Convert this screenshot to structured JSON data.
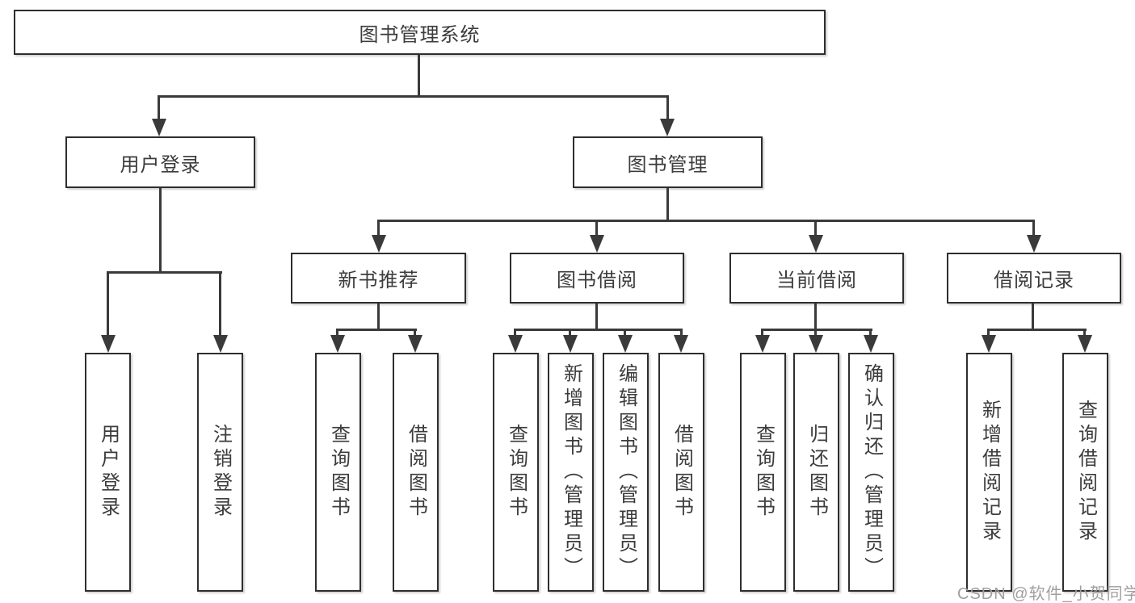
{
  "tree": {
    "label": "图书管理系统",
    "children": [
      {
        "label": "用户登录",
        "children": [
          {
            "label": "用户登录"
          },
          {
            "label": "注销登录"
          }
        ]
      },
      {
        "label": "图书管理",
        "children": [
          {
            "label": "新书推荐",
            "children": [
              {
                "label": "查询图书"
              },
              {
                "label": "借阅图书"
              }
            ]
          },
          {
            "label": "图书借阅",
            "children": [
              {
                "label": "查询图书"
              },
              {
                "label": "新增图书（管理员）"
              },
              {
                "label": "编辑图书（管理员）"
              },
              {
                "label": "借阅图书"
              }
            ]
          },
          {
            "label": "当前借阅",
            "children": [
              {
                "label": "查询图书"
              },
              {
                "label": "归还图书"
              },
              {
                "label": "确认归还（管理员）"
              }
            ]
          },
          {
            "label": "借阅记录",
            "children": [
              {
                "label": "新增借阅记录"
              },
              {
                "label": "查询借阅记录"
              }
            ]
          }
        ]
      }
    ]
  },
  "watermark": {
    "text": "CSDN @软件_小贺同学"
  },
  "colors": {
    "line": "#3a3a3a",
    "box_border": "#2e2e2e",
    "text": "#3c3c3c",
    "watermark": "#9f9f9f",
    "background": "#ffffff"
  }
}
